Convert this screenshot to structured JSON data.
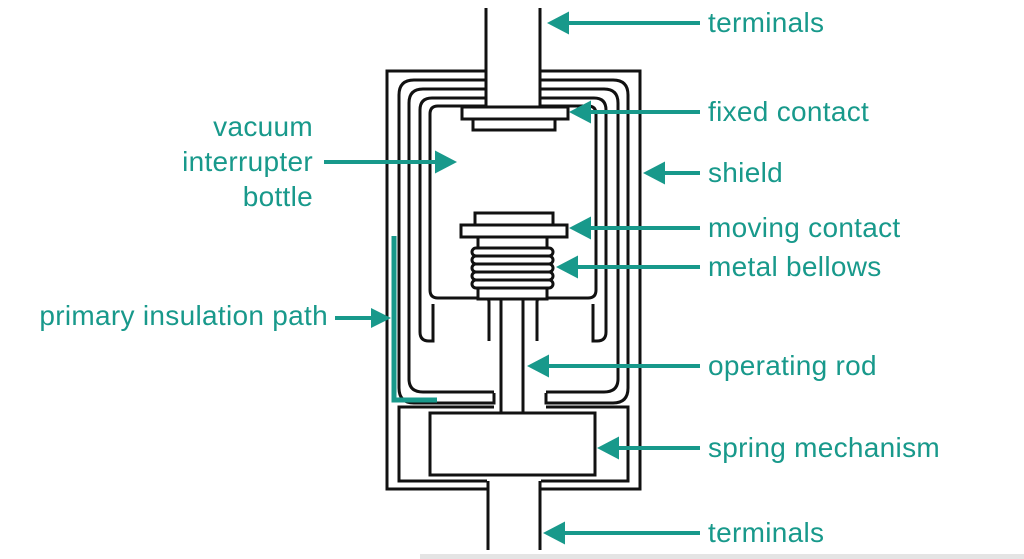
{
  "figure": {
    "type": "labeled-diagram",
    "subject": "vacuum interrupter cross-section",
    "labels": {
      "terminals_top": "terminals",
      "fixed_contact": "fixed contact",
      "vacuum_interrupter_bottle": {
        "lines": [
          "vacuum",
          "interrupter",
          "bottle"
        ]
      },
      "shield": "shield",
      "moving_contact": "moving contact",
      "metal_bellows": "metal bellows",
      "primary_insulation_path": "primary insulation path",
      "operating_rod": "operating rod",
      "spring_mechanism": "spring mechanism",
      "terminals_bottom": "terminals"
    },
    "colors": {
      "line_ink": "#111111",
      "accent_teal": "#18998b",
      "background": "#ffffff"
    }
  }
}
